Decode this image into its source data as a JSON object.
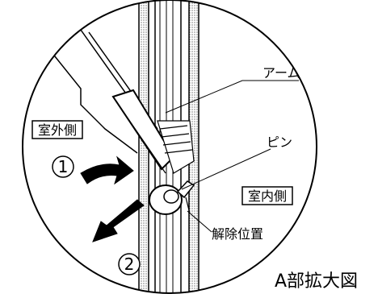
{
  "labels": {
    "arm": "アーム",
    "pin": "ピン",
    "outdoor_side": "室外側",
    "indoor_side": "室内側",
    "release_position": "解除位置",
    "detail_title": "A部拡大図"
  },
  "steps": [
    "①",
    "②"
  ]
}
